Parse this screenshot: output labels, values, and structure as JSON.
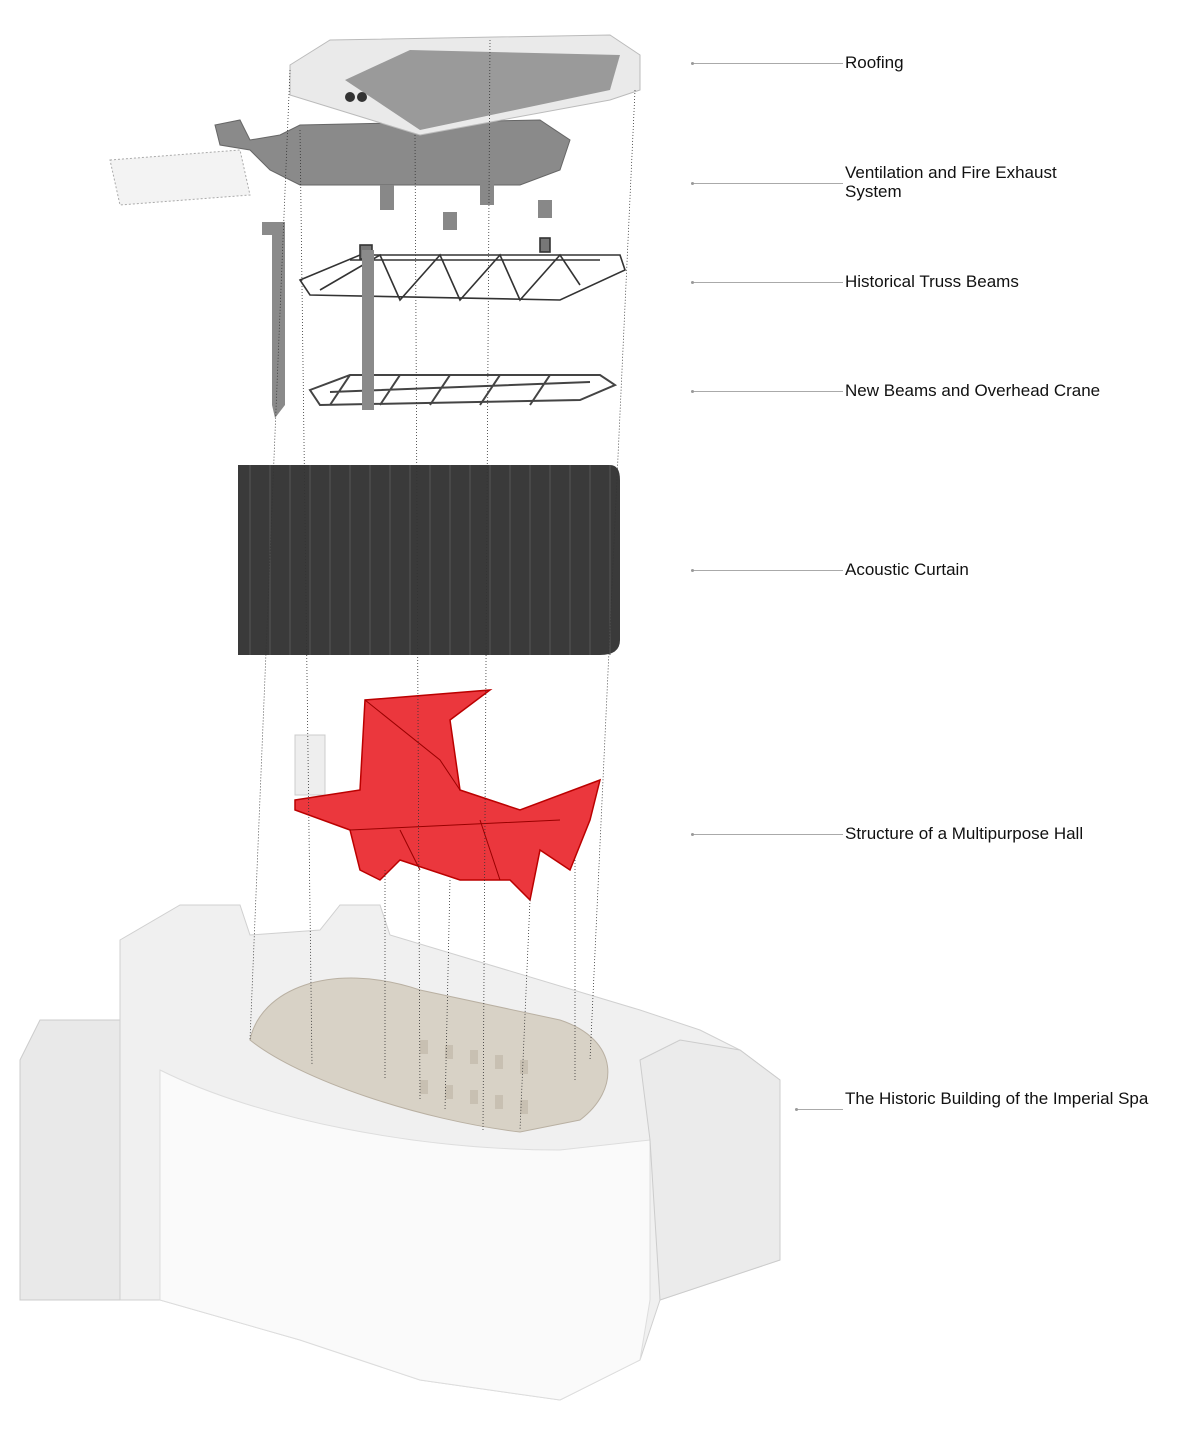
{
  "diagram": {
    "type": "exploded axonometric",
    "accent_color": "#e8141b",
    "layers": [
      {
        "id": "roofing",
        "label": "Roofing"
      },
      {
        "id": "ventilation",
        "label": "Ventilation and Fire Exhaust\nSystem"
      },
      {
        "id": "truss",
        "label": "Historical Truss Beams"
      },
      {
        "id": "new-beams",
        "label": "New Beams and Overhead Crane"
      },
      {
        "id": "curtain",
        "label": "Acoustic Curtain"
      },
      {
        "id": "hall",
        "label": "Structure of a Multipurpose Hall"
      },
      {
        "id": "building",
        "label": "The Historic Building of the Imperial Spa"
      }
    ]
  }
}
